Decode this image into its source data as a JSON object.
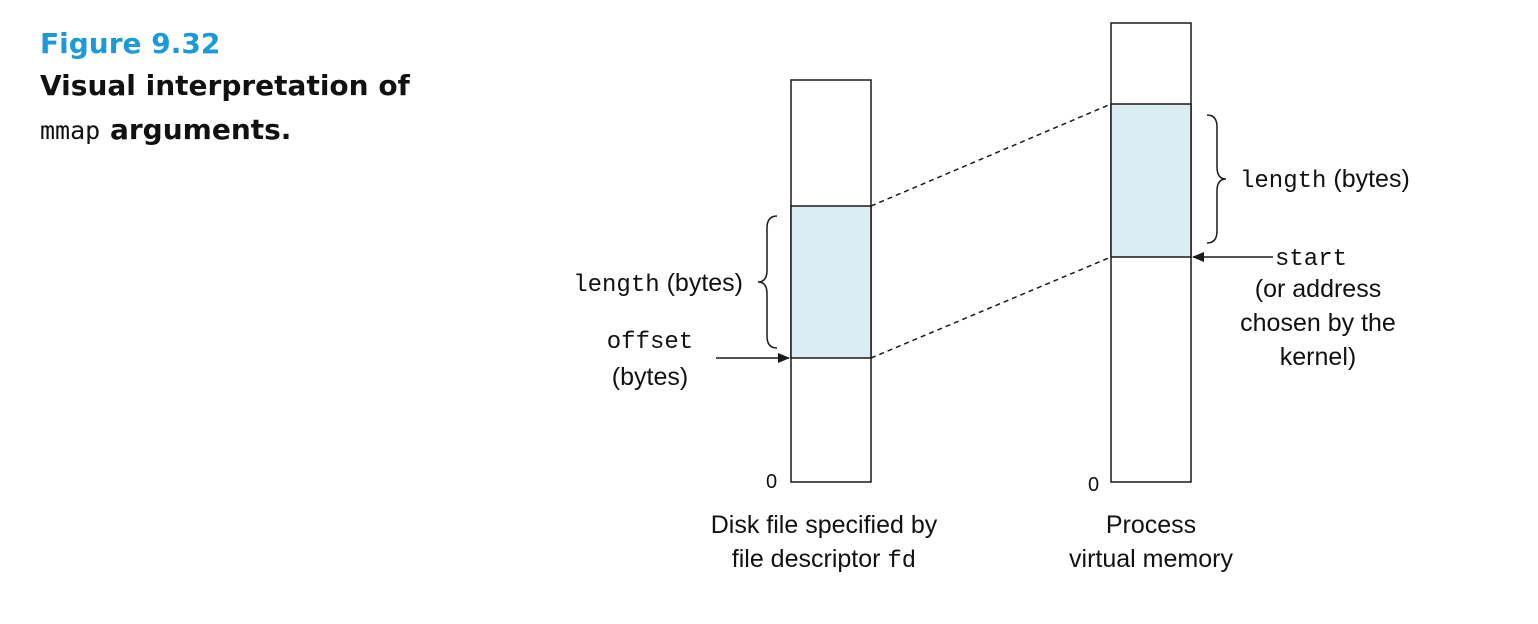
{
  "caption": {
    "figure_number": "Figure 9.32",
    "title_line1": "Visual interpretation of",
    "title_code": "mmap",
    "title_rest": "arguments."
  },
  "disk": {
    "zero": "0",
    "length_code": "length",
    "length_unit": "(bytes)",
    "offset_code": "offset",
    "offset_unit": "(bytes)",
    "label_line1": "Disk file specified by",
    "label_line2_text": "file descriptor",
    "label_line2_code": "fd"
  },
  "memory": {
    "zero": "0",
    "length_code": "length",
    "length_unit": "(bytes)",
    "start_code": "start",
    "start_note_line1": "(or address",
    "start_note_line2": "chosen by the",
    "start_note_line3": "kernel)",
    "label_line1": "Process",
    "label_line2": "virtual memory"
  },
  "colors": {
    "highlight": "#dbecf3",
    "caption_accent": "#1a9ad6",
    "stroke": "#1a1a1a"
  }
}
